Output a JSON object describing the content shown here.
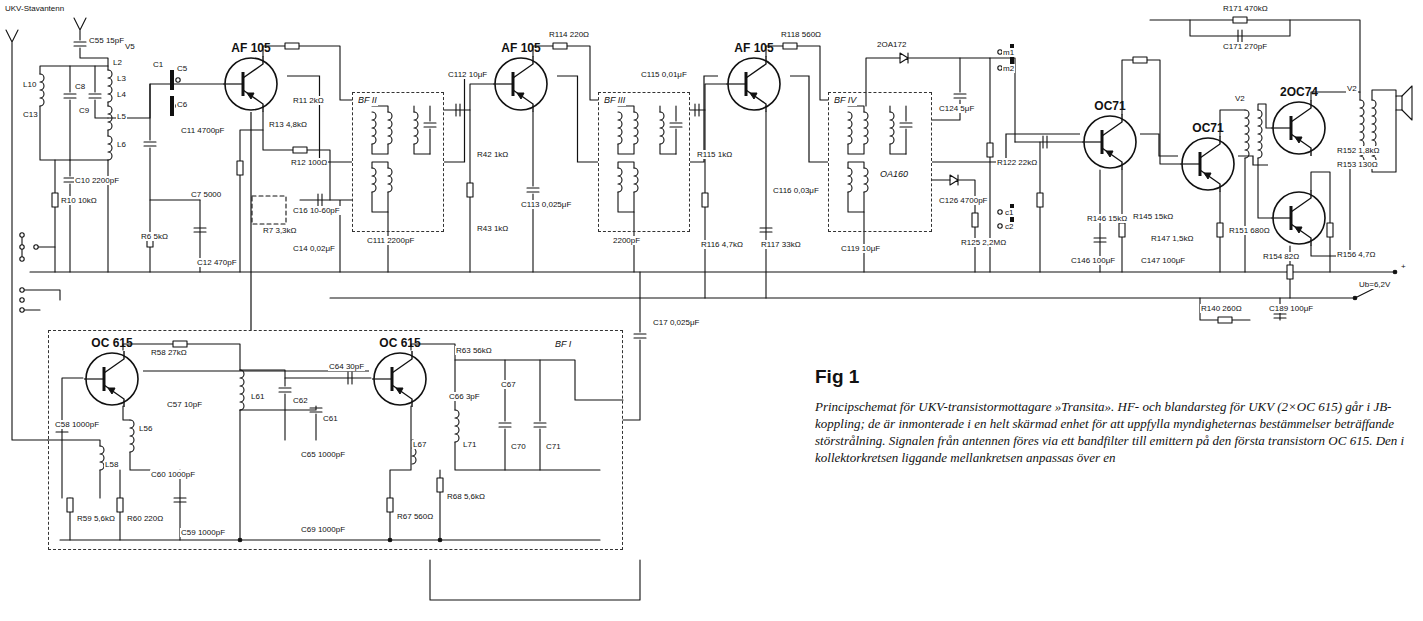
{
  "diagram": {
    "title": "Fig 1",
    "caption": "Principschemat för UKV-transistormottagare »Transita». HF- och blandarsteg för UKV (2×OC 615) går i JB-koppling; de är inmonterade i en helt skärmad enhet för att uppfylla myndigheternas bestämmelser beträffande störstrålning. Signalen från antennen föres via ett bandfilter till emittern på den första transistorn OC 615. Den i kollektorkretsen liggande mellankretsen anpassas över en",
    "nodes": [
      {
        "text": [
          "AF 105"
        ]
      },
      {
        "text": [
          "BF II"
        ]
      },
      {
        "text": [
          "AF 105"
        ]
      },
      {
        "text": [
          "BF III"
        ]
      },
      {
        "text": [
          "AF 105"
        ]
      },
      {
        "text": [
          "BF IV",
          "OA160"
        ]
      },
      {
        "text": [
          "OC71"
        ]
      },
      {
        "text": [
          "OC71"
        ]
      },
      {
        "text": [
          "2OC74"
        ]
      },
      {
        "text": [
          "BF I"
        ]
      },
      {
        "text": [
          "OC 615"
        ],
        "in": 9
      },
      {
        "text": [
          "OC 615"
        ],
        "in": 9
      }
    ],
    "edges": [
      {
        "from": 0,
        "to": 1,
        "arrow": "none"
      },
      {
        "from": 1,
        "to": 2,
        "arrow": "none"
      },
      {
        "from": 2,
        "to": 3,
        "arrow": "none"
      },
      {
        "from": 3,
        "to": 4,
        "arrow": "none"
      },
      {
        "from": 4,
        "to": 5,
        "arrow": "none"
      },
      {
        "from": 5,
        "to": 6,
        "arrow": "none"
      },
      {
        "from": 6,
        "to": 7,
        "arrow": "none"
      },
      {
        "from": 7,
        "to": 8,
        "arrow": "none"
      },
      {
        "from": 9,
        "to": 0,
        "arrow": "none"
      },
      {
        "from": 10,
        "to": 11,
        "arrow": "none"
      }
    ],
    "labels": [
      "UKV-Stavantenn",
      "C55 15pF",
      "L2",
      "V5",
      "L10",
      "C8",
      "C13",
      "L3",
      "L4",
      "L5",
      "L6",
      "C9",
      "C10 2200pF",
      "R10 10kΩ",
      "C1",
      "C5",
      "C6",
      "C11 4700pF",
      "R11 2kΩ",
      "R13 4,8kΩ",
      "R12 100Ω",
      "C7 5000",
      "R6 5kΩ",
      "R7 3,3kΩ",
      "C12 470pF",
      "C14 0,02μF",
      "C16 10-60pF",
      "C111 2200pF",
      "C112 10μF",
      "R42 1kΩ",
      "R43 1kΩ",
      "C113 0,025μF",
      "R114 220Ω",
      "C115 0,01μF",
      "R115 1kΩ",
      "C116 0,03μF",
      "R116 4,7kΩ",
      "R117 33kΩ",
      "R118 560Ω",
      "C119 10μF",
      "2200pF",
      "2OA172",
      "R122 22kΩ",
      "C124 5μF",
      "R125 2,2MΩ",
      "C126 4700pF",
      "m1",
      "m2",
      "c1",
      "c2",
      "R145 15kΩ",
      "R146 15kΩ",
      "R147 1,5kΩ",
      "C147 100μF",
      "C146 100μF",
      "R151 680Ω",
      "C171 270pF",
      "R171 470kΩ",
      "V2",
      "V2",
      "R152 1,8kΩ",
      "R153 130Ω",
      "R154 82Ω",
      "R156 4,7Ω",
      "C189 100μF",
      "R140 260Ω",
      "Ub=6,2V",
      "+",
      "C17 0,025μF",
      "R58 27kΩ",
      "C58 1000pF",
      "L56",
      "C57 10pF",
      "L58",
      "C60 1000pF",
      "R59 5,6kΩ",
      "R60 220Ω",
      "C59 1000pF",
      "L61",
      "C62",
      "C61",
      "C64 30pF",
      "C65 1000pF",
      "R63 56kΩ",
      "C66 3pF",
      "C67",
      "L71",
      "C70",
      "C71",
      "R67 560Ω",
      "R68 5,6kΩ",
      "L67",
      "C69 1000pF"
    ]
  }
}
